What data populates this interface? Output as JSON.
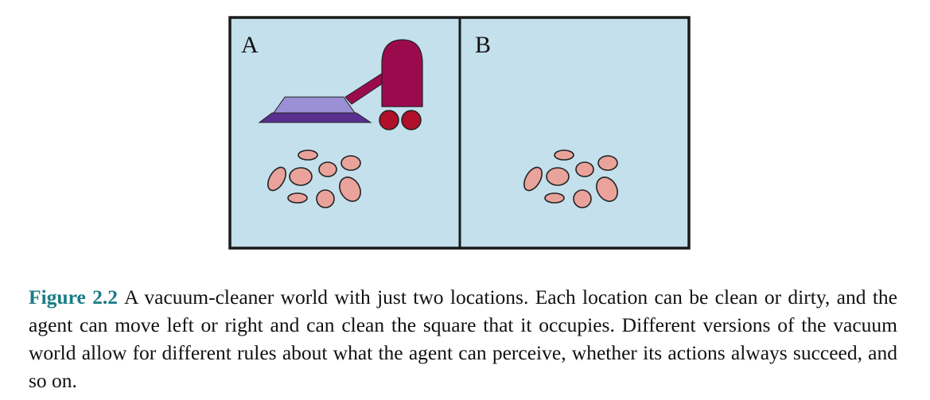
{
  "figure": {
    "cells": [
      {
        "label": "A",
        "has_vacuum": true,
        "dirty": true
      },
      {
        "label": "B",
        "has_vacuum": false,
        "dirty": true
      }
    ],
    "colors": {
      "cell_fill": "#c3e0ec",
      "border": "#1a1a1a",
      "dirt_fill": "#e9a39a",
      "dirt_stroke": "#222222",
      "vacuum_body": "#9c0a4e",
      "vacuum_wheels": "#b0102a",
      "nozzle_top": "#9b8fd6",
      "nozzle_base": "#5a2f8f",
      "caption_label": "#1b7c86"
    }
  },
  "caption": {
    "label": "Figure 2.2",
    "text": "A vacuum-cleaner world with just two locations. Each location can be clean or dirty, and the agent can move left or right and can clean the square that it occupies. Different versions of the vacuum world allow for different rules about what the agent can perceive, whether its actions always succeed, and so on."
  }
}
